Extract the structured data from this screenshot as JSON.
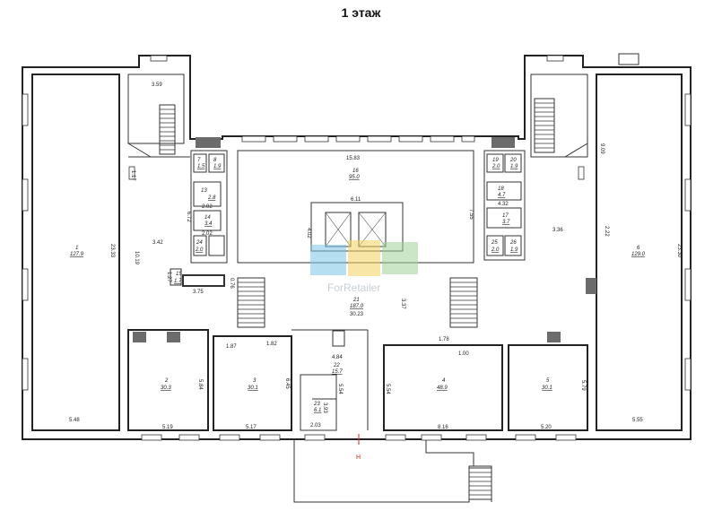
{
  "title": "1 этаж",
  "watermark": {
    "brand": "ForRetailer"
  },
  "entrance_mark": "H",
  "rooms": [
    {
      "id": "1",
      "number": "1",
      "area": "127.9"
    },
    {
      "id": "2",
      "number": "2",
      "area": "30.3"
    },
    {
      "id": "3",
      "number": "3",
      "area": "30.1"
    },
    {
      "id": "4",
      "number": "4",
      "area": "48.9"
    },
    {
      "id": "5",
      "number": "5",
      "area": "30.1"
    },
    {
      "id": "6",
      "number": "6",
      "area": "129.0"
    },
    {
      "id": "7",
      "number": "7",
      "area": "1.5"
    },
    {
      "id": "8",
      "number": "8",
      "area": "1.9"
    },
    {
      "id": "13",
      "number": "13",
      "area": "2.8"
    },
    {
      "id": "14",
      "number": "14",
      "area": "3.4"
    },
    {
      "id": "15",
      "number": "15",
      "area": "1.7"
    },
    {
      "id": "16",
      "number": "16",
      "area": "95.0"
    },
    {
      "id": "19",
      "number": "19",
      "area": "2.0"
    },
    {
      "id": "20",
      "number": "20",
      "area": "1.9"
    },
    {
      "id": "21",
      "number": "21",
      "area": "187.0"
    },
    {
      "id": "22",
      "number": "22",
      "area": "15.7"
    },
    {
      "id": "23",
      "number": "23",
      "area": "6.1"
    },
    {
      "id": "24",
      "number": "24",
      "area": "2.0"
    },
    {
      "id": "25",
      "number": "25",
      "area": "2.0"
    },
    {
      "id": "26",
      "number": "26",
      "area": "1.9"
    },
    {
      "id": "17",
      "number": "17",
      "area": "3.7"
    },
    {
      "id": "18",
      "number": "18",
      "area": "4.7"
    }
  ],
  "dimensions": {
    "d_359": "3.59",
    "d_1583": "15.83",
    "d_611": "6.11",
    "d_755": "7.55",
    "d_402": "4.02",
    "d_337": "3.37",
    "d_3023": "30.23",
    "d_342": "3.42",
    "d_336": "3.36",
    "d_2333": "23.33",
    "d_2330": "23.30",
    "d_1019": "10.19",
    "d_222": "2.22",
    "d_909": "9.09",
    "d_672": "6.72",
    "d_202a": "2.02",
    "d_202b": "2.02",
    "d_432": "4.32",
    "d_375": "3.75",
    "d_117": "1.17",
    "d_127": "1.27",
    "d_076": "0.76",
    "d_187": "1.87",
    "d_182": "1.82",
    "d_178": "1.78",
    "d_100": "1.00",
    "d_484": "4.84",
    "d_584": "5.84",
    "d_645": "6.45",
    "d_554a": "5.54",
    "d_554b": "5.54",
    "d_579": "5.79",
    "d_393": "3.93",
    "d_548": "5.48",
    "d_519": "5.19",
    "d_517": "5.17",
    "d_203": "2.03",
    "d_816": "8.16",
    "d_520": "5.20",
    "d_555": "5.55"
  }
}
